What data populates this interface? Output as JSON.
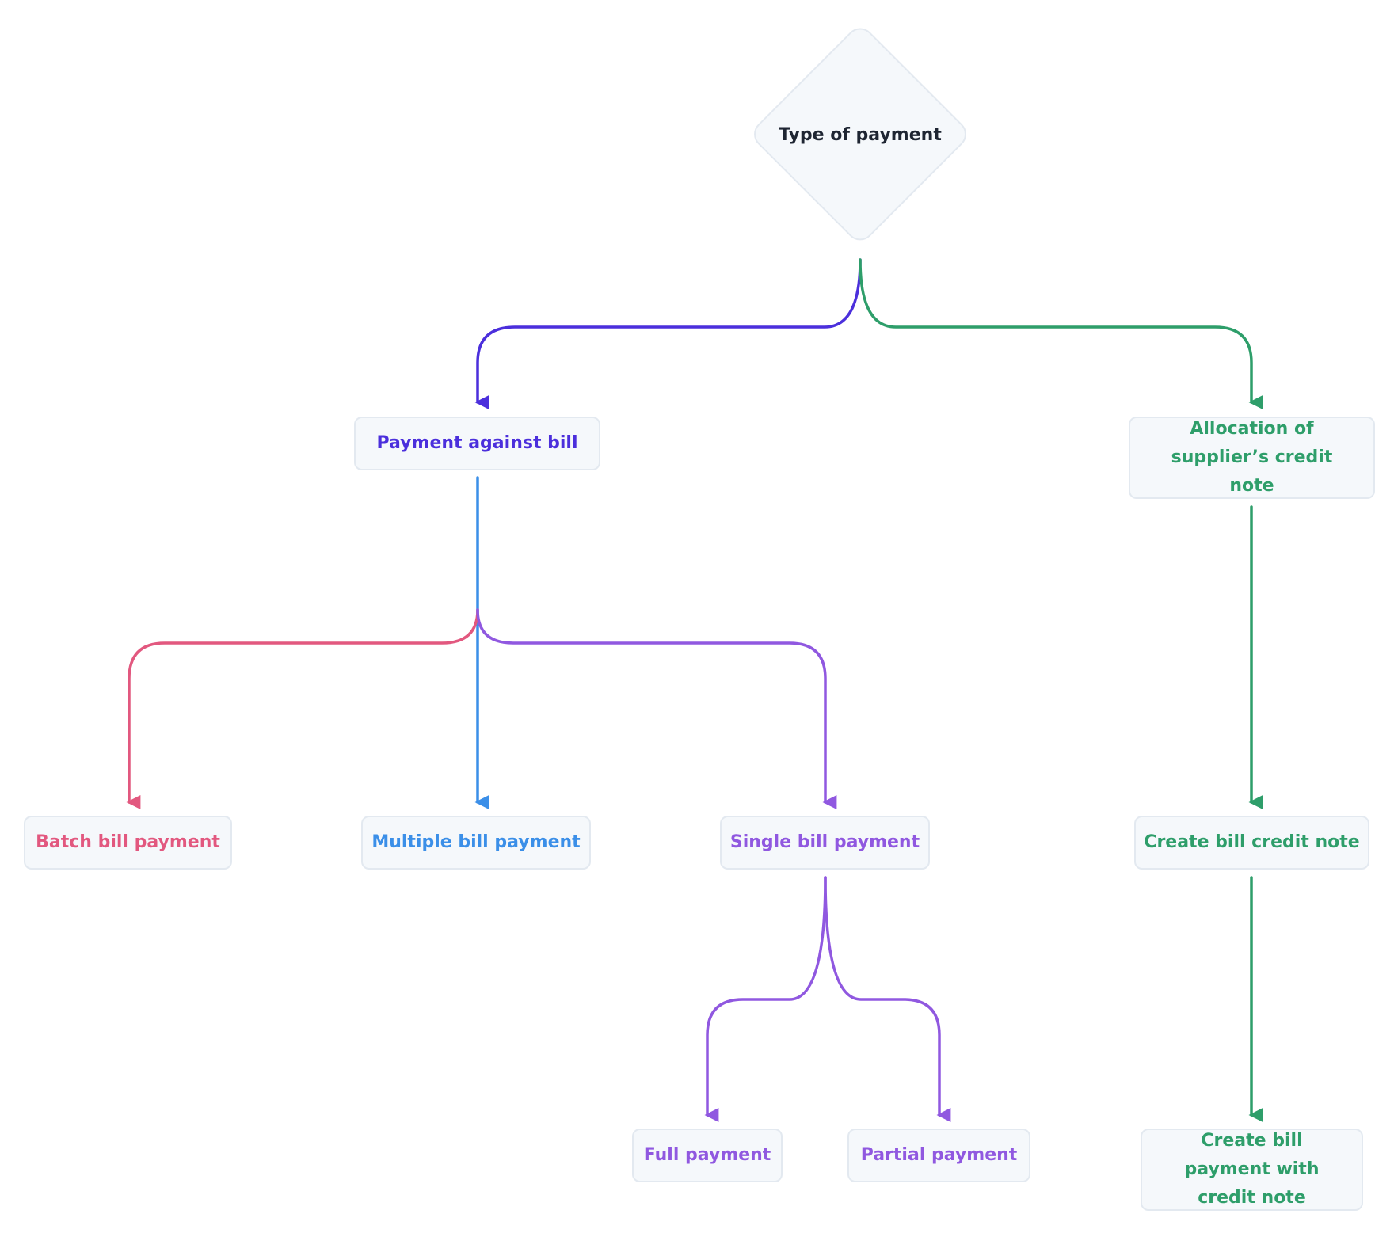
{
  "colors": {
    "indigo": "#4b2fdc",
    "green": "#2e9e6a",
    "blue": "#3b8fe8",
    "pink": "#e2587f",
    "purple": "#9058e0",
    "node_fill": "#f5f8fb",
    "node_border": "#e3e9f0",
    "root_text": "#1e2532"
  },
  "nodes": {
    "root": "Type of payment",
    "payment_against_bill": "Payment against bill",
    "allocation_credit_note": "Allocation of supplier’s credit note",
    "batch_bill_payment": "Batch bill payment",
    "multiple_bill_payment": "Multiple bill payment",
    "single_bill_payment": "Single bill payment",
    "create_bill_credit_note": "Create bill credit note",
    "full_payment": "Full payment",
    "partial_payment": "Partial payment",
    "create_bill_payment_with_credit_note": "Create bill payment with credit note"
  }
}
